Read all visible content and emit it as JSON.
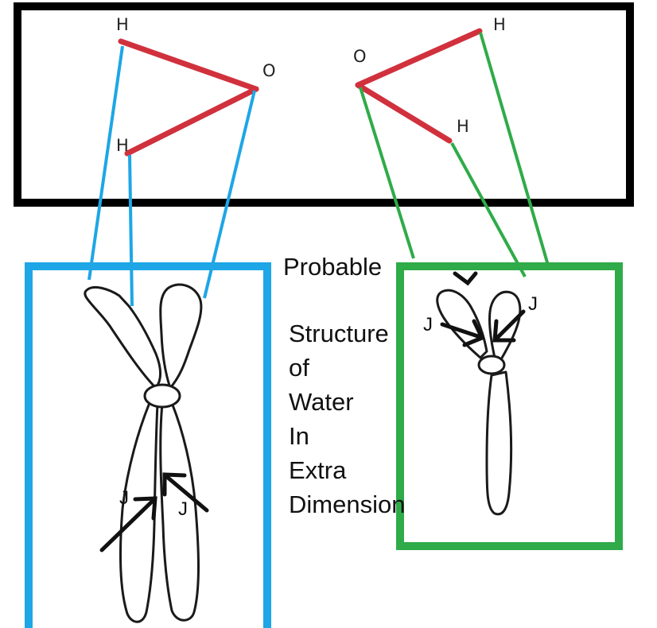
{
  "molecules": {
    "left": {
      "top_h": "H",
      "bottom_h": "H",
      "oxygen": "O"
    },
    "right": {
      "oxygen": "O",
      "top_h": "H",
      "bottom_h": "H"
    }
  },
  "caption": {
    "title": "Probable",
    "lines": [
      "Structure",
      "of",
      "Water",
      "In",
      "Extra",
      "Dimension"
    ]
  },
  "chromosome_labels": {
    "left_j1": "J",
    "left_j2": "J",
    "right_j1": "J",
    "right_j2": "J"
  },
  "colors": {
    "bond": "#d0313d",
    "blue": "#1ea6e6",
    "green": "#2fab49",
    "frame": "#000000",
    "ink": "#111111"
  }
}
